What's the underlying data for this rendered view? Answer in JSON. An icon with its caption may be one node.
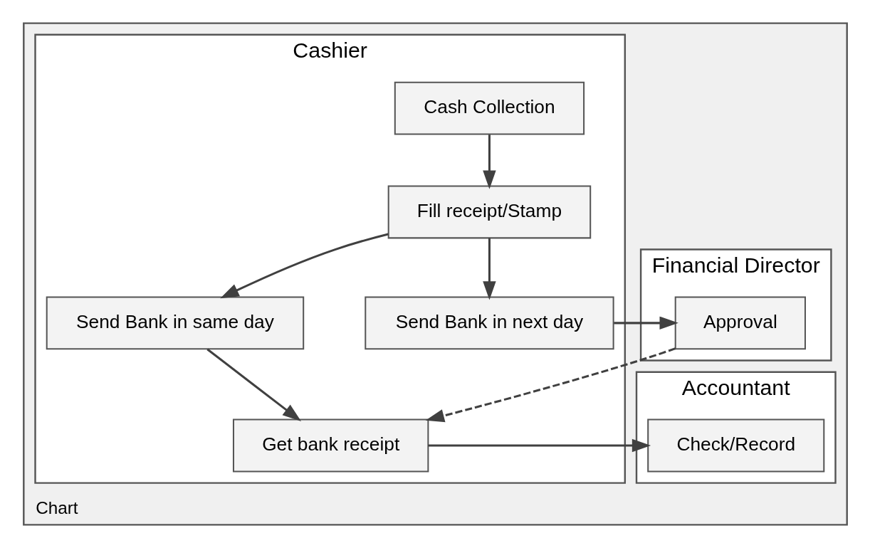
{
  "diagram": {
    "nodes": [
      {
        "text": [
          "Chart"
        ]
      },
      {
        "text": [
          "Cashier"
        ],
        "in": 0
      },
      {
        "text": [
          "Financial Director"
        ],
        "in": 0
      },
      {
        "text": [
          "Accountant"
        ],
        "in": 0
      },
      {
        "text": [
          "Cash Collection"
        ],
        "in": 1
      },
      {
        "text": [
          "Fill receipt/Stamp"
        ],
        "in": 1
      },
      {
        "text": [
          "Send Bank in same day"
        ],
        "in": 1
      },
      {
        "text": [
          "Send Bank in next day"
        ],
        "in": 1
      },
      {
        "text": [
          "Approval"
        ],
        "in": 2
      },
      {
        "text": [
          "Get bank receipt"
        ],
        "in": 1
      },
      {
        "text": [
          "Check/Record"
        ],
        "in": 3
      }
    ],
    "edges": [
      {
        "from": 4,
        "to": 5,
        "arrow": "to"
      },
      {
        "from": 5,
        "to": 6,
        "arrow": "to"
      },
      {
        "from": 5,
        "to": 7,
        "arrow": "to"
      },
      {
        "from": 7,
        "to": 8,
        "arrow": "to"
      },
      {
        "from": 6,
        "to": 9,
        "arrow": "to"
      },
      {
        "from": 8,
        "to": 9,
        "arrow": "to",
        "style": "dashed"
      },
      {
        "from": 9,
        "to": 10,
        "arrow": "to"
      }
    ]
  }
}
